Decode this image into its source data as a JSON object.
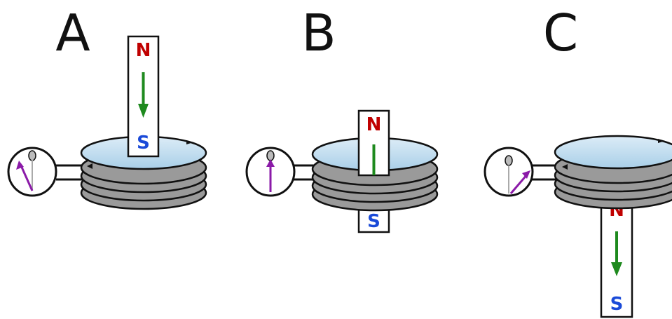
{
  "panels": [
    {
      "label": "A",
      "north_label": "N",
      "south_label": "S",
      "magnet_state": "above coil, moving down toward it",
      "needle_deflection": "left"
    },
    {
      "label": "B",
      "north_label": "N",
      "south_label": "S",
      "magnet_state": "passing through coil center",
      "needle_deflection": "none"
    },
    {
      "label": "C",
      "north_label": "N",
      "south_label": "S",
      "magnet_state": "below coil, moving down away from it",
      "needle_deflection": "right"
    }
  ],
  "colors": {
    "north": "#c00000",
    "south": "#1a4ad8",
    "arrow": "#1e8a1e",
    "needle": "#8b1aa8",
    "coil_top": "#c6e2f4",
    "coil_rings": "#9a9a9a",
    "outline": "#111111"
  },
  "icons": {
    "meter": "galvanometer-icon",
    "coil": "coil-icon",
    "magnet": "bar-magnet-icon"
  }
}
